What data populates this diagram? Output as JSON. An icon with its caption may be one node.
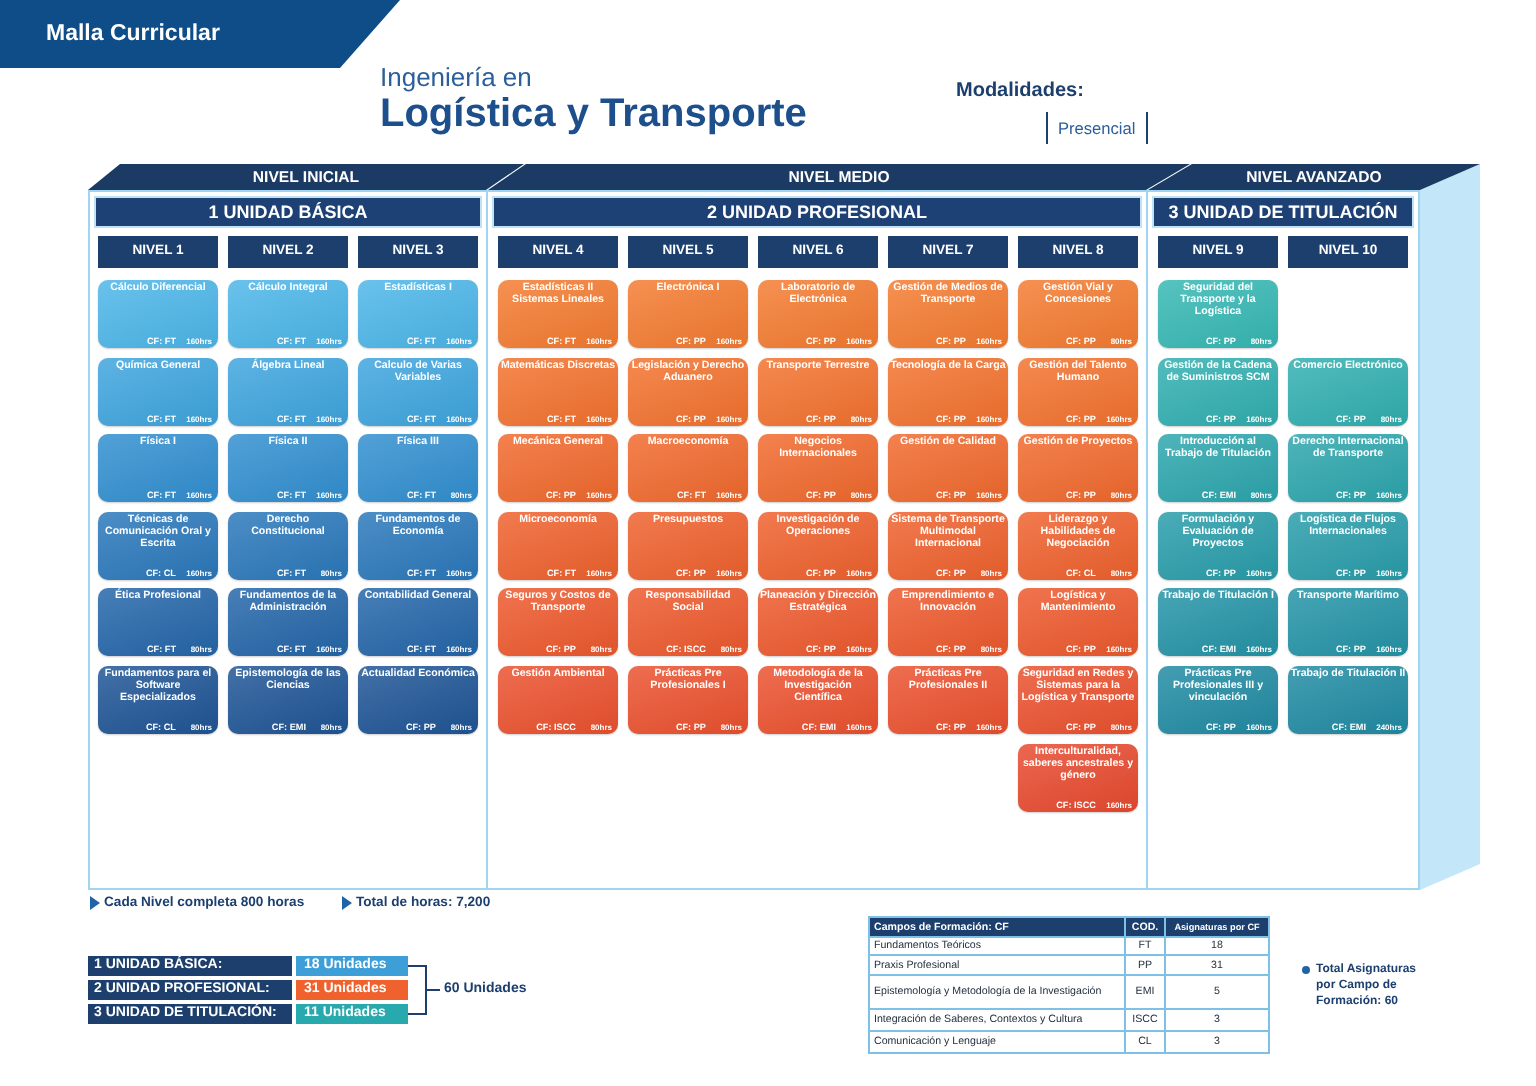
{
  "diagram": {
    "title": "Logística y Transporte",
    "nodes": [
      {
        "text": [
          "Malla Curricular"
        ]
      },
      {
        "text": [
          "NIVEL INICIAL"
        ]
      },
      {
        "text": [
          "NIVEL MEDIO"
        ]
      },
      {
        "text": [
          "NIVEL AVANZADO"
        ]
      },
      {
        "text": [
          "1 UNIDAD BÁSICA"
        ]
      },
      {
        "text": [
          "NIVEL 1"
        ],
        "in": 4
      },
      {
        "text": [
          "Cálculo Diferencial",
          "CF: FT",
          "160hrs"
        ],
        "in": 4
      },
      {
        "text": [
          "Química General",
          "CF: FT",
          "160hrs"
        ],
        "in": 4
      },
      {
        "text": [
          "Física I",
          "CF: FT",
          "160hrs"
        ],
        "in": 4
      },
      {
        "text": [
          "Técnicas de Comunicación Oral y Escrita",
          "CF: CL",
          "160hrs"
        ],
        "in": 4
      },
      {
        "text": [
          "Ética Profesional",
          "CF: FT",
          "80hrs"
        ],
        "in": 4
      },
      {
        "text": [
          "Fundamentos para el Software Especializados",
          "CF: CL",
          "80hrs"
        ],
        "in": 4
      },
      {
        "text": [
          "NIVEL 2"
        ],
        "in": 4
      },
      {
        "text": [
          "Cálculo Integral",
          "CF: FT",
          "160hrs"
        ],
        "in": 4
      },
      {
        "text": [
          "Álgebra Lineal",
          "CF: FT",
          "160hrs"
        ],
        "in": 4
      },
      {
        "text": [
          "Física II",
          "CF: FT",
          "160hrs"
        ],
        "in": 4
      },
      {
        "text": [
          "Derecho Constitucional",
          "CF: FT",
          "80hrs"
        ],
        "in": 4
      },
      {
        "text": [
          "Fundamentos de la Administración",
          "CF: FT",
          "160hrs"
        ],
        "in": 4
      },
      {
        "text": [
          "Epistemología de las Ciencias",
          "CF: EMI",
          "80hrs"
        ],
        "in": 4
      },
      {
        "text": [
          "NIVEL 3"
        ],
        "in": 4
      },
      {
        "text": [
          "Estadísticas I",
          "CF: FT",
          "160hrs"
        ],
        "in": 4
      },
      {
        "text": [
          "Calculo de Varias Variables",
          "CF: FT",
          "160hrs"
        ],
        "in": 4
      },
      {
        "text": [
          "Física III",
          "CF: FT",
          "80hrs"
        ],
        "in": 4
      },
      {
        "text": [
          "Fundamentos de Economía",
          "CF: FT",
          "160hrs"
        ],
        "in": 4
      },
      {
        "text": [
          "Contabilidad General",
          "CF: FT",
          "160hrs"
        ],
        "in": 4
      },
      {
        "text": [
          "Actualidad Económica",
          "CF: PP",
          "80hrs"
        ],
        "in": 4
      },
      {
        "text": [
          "2 UNIDAD PROFESIONAL"
        ]
      },
      {
        "text": [
          "NIVEL 4"
        ],
        "in": 26
      },
      {
        "text": [
          "Estadísticas II Sistemas Lineales",
          "CF: FT",
          "160hrs"
        ],
        "in": 26
      },
      {
        "text": [
          "Matemáticas Discretas",
          "CF: FT",
          "160hrs"
        ],
        "in": 26
      },
      {
        "text": [
          "Mecánica General",
          "CF: PP",
          "160hrs"
        ],
        "in": 26
      },
      {
        "text": [
          "Microeconomía",
          "CF: FT",
          "160hrs"
        ],
        "in": 26
      },
      {
        "text": [
          "Seguros y Costos de Transporte",
          "CF: PP",
          "80hrs"
        ],
        "in": 26
      },
      {
        "text": [
          "Gestión Ambiental",
          "CF: ISCC",
          "80hrs"
        ],
        "in": 26
      },
      {
        "text": [
          "NIVEL 5"
        ],
        "in": 26
      },
      {
        "text": [
          "Electrónica I",
          "CF: PP",
          "160hrs"
        ],
        "in": 26
      },
      {
        "text": [
          "Legislación y Derecho Aduanero",
          "CF: PP",
          "160hrs"
        ],
        "in": 26
      },
      {
        "text": [
          "Macroeconomía",
          "CF: FT",
          "160hrs"
        ],
        "in": 26
      },
      {
        "text": [
          "Presupuestos",
          "CF: PP",
          "160hrs"
        ],
        "in": 26
      },
      {
        "text": [
          "Responsabilidad Social",
          "CF: ISCC",
          "80hrs"
        ],
        "in": 26
      },
      {
        "text": [
          "Prácticas Pre Profesionales I",
          "CF: PP",
          "80hrs"
        ],
        "in": 26
      },
      {
        "text": [
          "NIVEL 6"
        ],
        "in": 26
      },
      {
        "text": [
          "Laboratorio de Electrónica",
          "CF: PP",
          "160hrs"
        ],
        "in": 26
      },
      {
        "text": [
          "Transporte Terrestre",
          "CF: PP",
          "80hrs"
        ],
        "in": 26
      },
      {
        "text": [
          "Negocios Internacionales",
          "CF: PP",
          "80hrs"
        ],
        "in": 26
      },
      {
        "text": [
          "Investigación de Operaciones",
          "CF: PP",
          "160hrs"
        ],
        "in": 26
      },
      {
        "text": [
          "Planeación y Dirección Estratégica",
          "CF: PP",
          "160hrs"
        ],
        "in": 26
      },
      {
        "text": [
          "Metodología de la Investigación Científica",
          "CF: EMI",
          "160hrs"
        ],
        "in": 26
      },
      {
        "text": [
          "NIVEL 7"
        ],
        "in": 26
      },
      {
        "text": [
          "Gestión de Medios de Transporte",
          "CF: PP",
          "160hrs"
        ],
        "in": 26
      },
      {
        "text": [
          "Tecnología de la Carga",
          "CF: PP",
          "160hrs"
        ],
        "in": 26
      },
      {
        "text": [
          "Gestión de Calidad",
          "CF: PP",
          "160hrs"
        ],
        "in": 26
      },
      {
        "text": [
          "Sistema de Transporte Multimodal Internacional",
          "CF: PP",
          "80hrs"
        ],
        "in": 26
      },
      {
        "text": [
          "Emprendimiento e Innovación",
          "CF: PP",
          "80hrs"
        ],
        "in": 26
      },
      {
        "text": [
          "Prácticas Pre Profesionales II",
          "CF: PP",
          "160hrs"
        ],
        "in": 26
      },
      {
        "text": [
          "NIVEL 8"
        ],
        "in": 26
      },
      {
        "text": [
          "Gestión Vial y Concesiones",
          "CF: PP",
          "80hrs"
        ],
        "in": 26
      },
      {
        "text": [
          "Gestión del Talento Humano",
          "CF: PP",
          "160hrs"
        ],
        "in": 26
      },
      {
        "text": [
          "Gestión de Proyectos",
          "CF: PP",
          "80hrs"
        ],
        "in": 26
      },
      {
        "text": [
          "Liderazgo y Habilidades de Negociación",
          "CF: CL",
          "80hrs"
        ],
        "in": 26
      },
      {
        "text": [
          "Logística y Mantenimiento",
          "CF: PP",
          "160hrs"
        ],
        "in": 26
      },
      {
        "text": [
          "Seguridad en Redes y Sistemas para la Logística y Transporte",
          "CF: PP",
          "80hrs"
        ],
        "in": 26
      },
      {
        "text": [
          "Interculturalidad, saberes ancestrales y género",
          "CF: ISCC",
          "160hrs"
        ],
        "in": 26
      },
      {
        "text": [
          "3 UNIDAD DE TITULACIÓN"
        ]
      },
      {
        "text": [
          "NIVEL 9"
        ],
        "in": 63
      },
      {
        "text": [
          "Seguridad del Transporte y la Logística",
          "CF: PP",
          "80hrs"
        ],
        "in": 63
      },
      {
        "text": [
          "Gestión de la Cadena de Suministros SCM",
          "CF: PP",
          "160hrs"
        ],
        "in": 63
      },
      {
        "text": [
          "Introducción al Trabajo de Titulación",
          "CF: EMI",
          "80hrs"
        ],
        "in": 63
      },
      {
        "text": [
          "Formulación y Evaluación de Proyectos",
          "CF: PP",
          "160hrs"
        ],
        "in": 63
      },
      {
        "text": [
          "Trabajo de Titulación I",
          "CF: EMI",
          "160hrs"
        ],
        "in": 63
      },
      {
        "text": [
          "Prácticas Pre Profesionales III y vinculación",
          "CF: PP",
          "160hrs"
        ],
        "in": 63
      },
      {
        "text": [
          "NIVEL 10"
        ],
        "in": 63
      },
      {
        "text": [
          "Comercio Electrónico",
          "CF: PP",
          "80hrs"
        ],
        "in": 63
      },
      {
        "text": [
          "Derecho Internacional de Transporte",
          "CF: PP",
          "160hrs"
        ],
        "in": 63
      },
      {
        "text": [
          "Logística de Flujos Internacionales",
          "CF: PP",
          "160hrs"
        ],
        "in": 63
      },
      {
        "text": [
          "Transporte Marítimo",
          "CF: PP",
          "160hrs"
        ],
        "in": 63
      },
      {
        "text": [
          "Trabajo de Titulación II",
          "CF: EMI",
          "240hrs"
        ],
        "in": 63
      }
    ],
    "labels": [
      "Ingeniería en",
      "Modalidades:",
      "Presencial",
      "Cada Nivel completa 800 horas",
      "Total de horas: 7,200",
      "1 UNIDAD BÁSICA:",
      "18 Unidades",
      "2 UNIDAD PROFESIONAL:",
      "31 Unidades",
      "3 UNIDAD DE TITULACIÓN:",
      "11 Unidades",
      "60 Unidades",
      "Campos de Formación: CF",
      "COD.",
      "Asignaturas por CF",
      "Fundamentos Teóricos",
      "FT",
      "18",
      "Praxis Profesional",
      "PP",
      "31",
      "Epistemología y Metodología de la Investigación",
      "EMI",
      "5",
      "Integración de Saberes, Contextos y Cultura",
      "ISCC",
      "3",
      "Comunicación y Lenguaje",
      "CL",
      "3",
      "Total Asignaturas por Campo de Formación: 60"
    ]
  }
}
